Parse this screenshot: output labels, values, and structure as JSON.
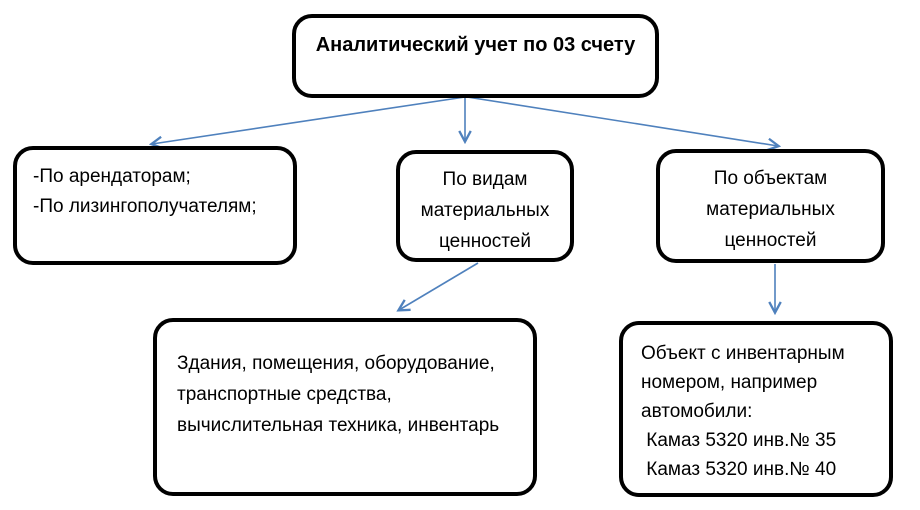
{
  "diagram": {
    "arrow_color": "#4f81bd",
    "box_border_color": "#000000",
    "background_color": "#ffffff",
    "nodes": {
      "root": {
        "label": "Аналитический учет по 03 счету"
      },
      "by_renters": {
        "lines": [
          "-По арендаторам;",
          "-По лизингополучателям;"
        ]
      },
      "by_types": {
        "lines": [
          "По видам",
          "материальных",
          "ценностей"
        ]
      },
      "by_objects": {
        "lines": [
          "По объектам",
          "материальных",
          "ценностей"
        ]
      },
      "types_detail": {
        "lines": [
          "Здания, помещения, оборудование,",
          "транспортные средства,",
          "вычислительная техника, инвентарь"
        ]
      },
      "objects_detail": {
        "lines": [
          "Объект с инвентарным",
          "номером, например",
          "автомобили:",
          " Камаз 5320 инв.№ 35",
          " Камаз 5320 инв.№ 40"
        ]
      }
    }
  }
}
